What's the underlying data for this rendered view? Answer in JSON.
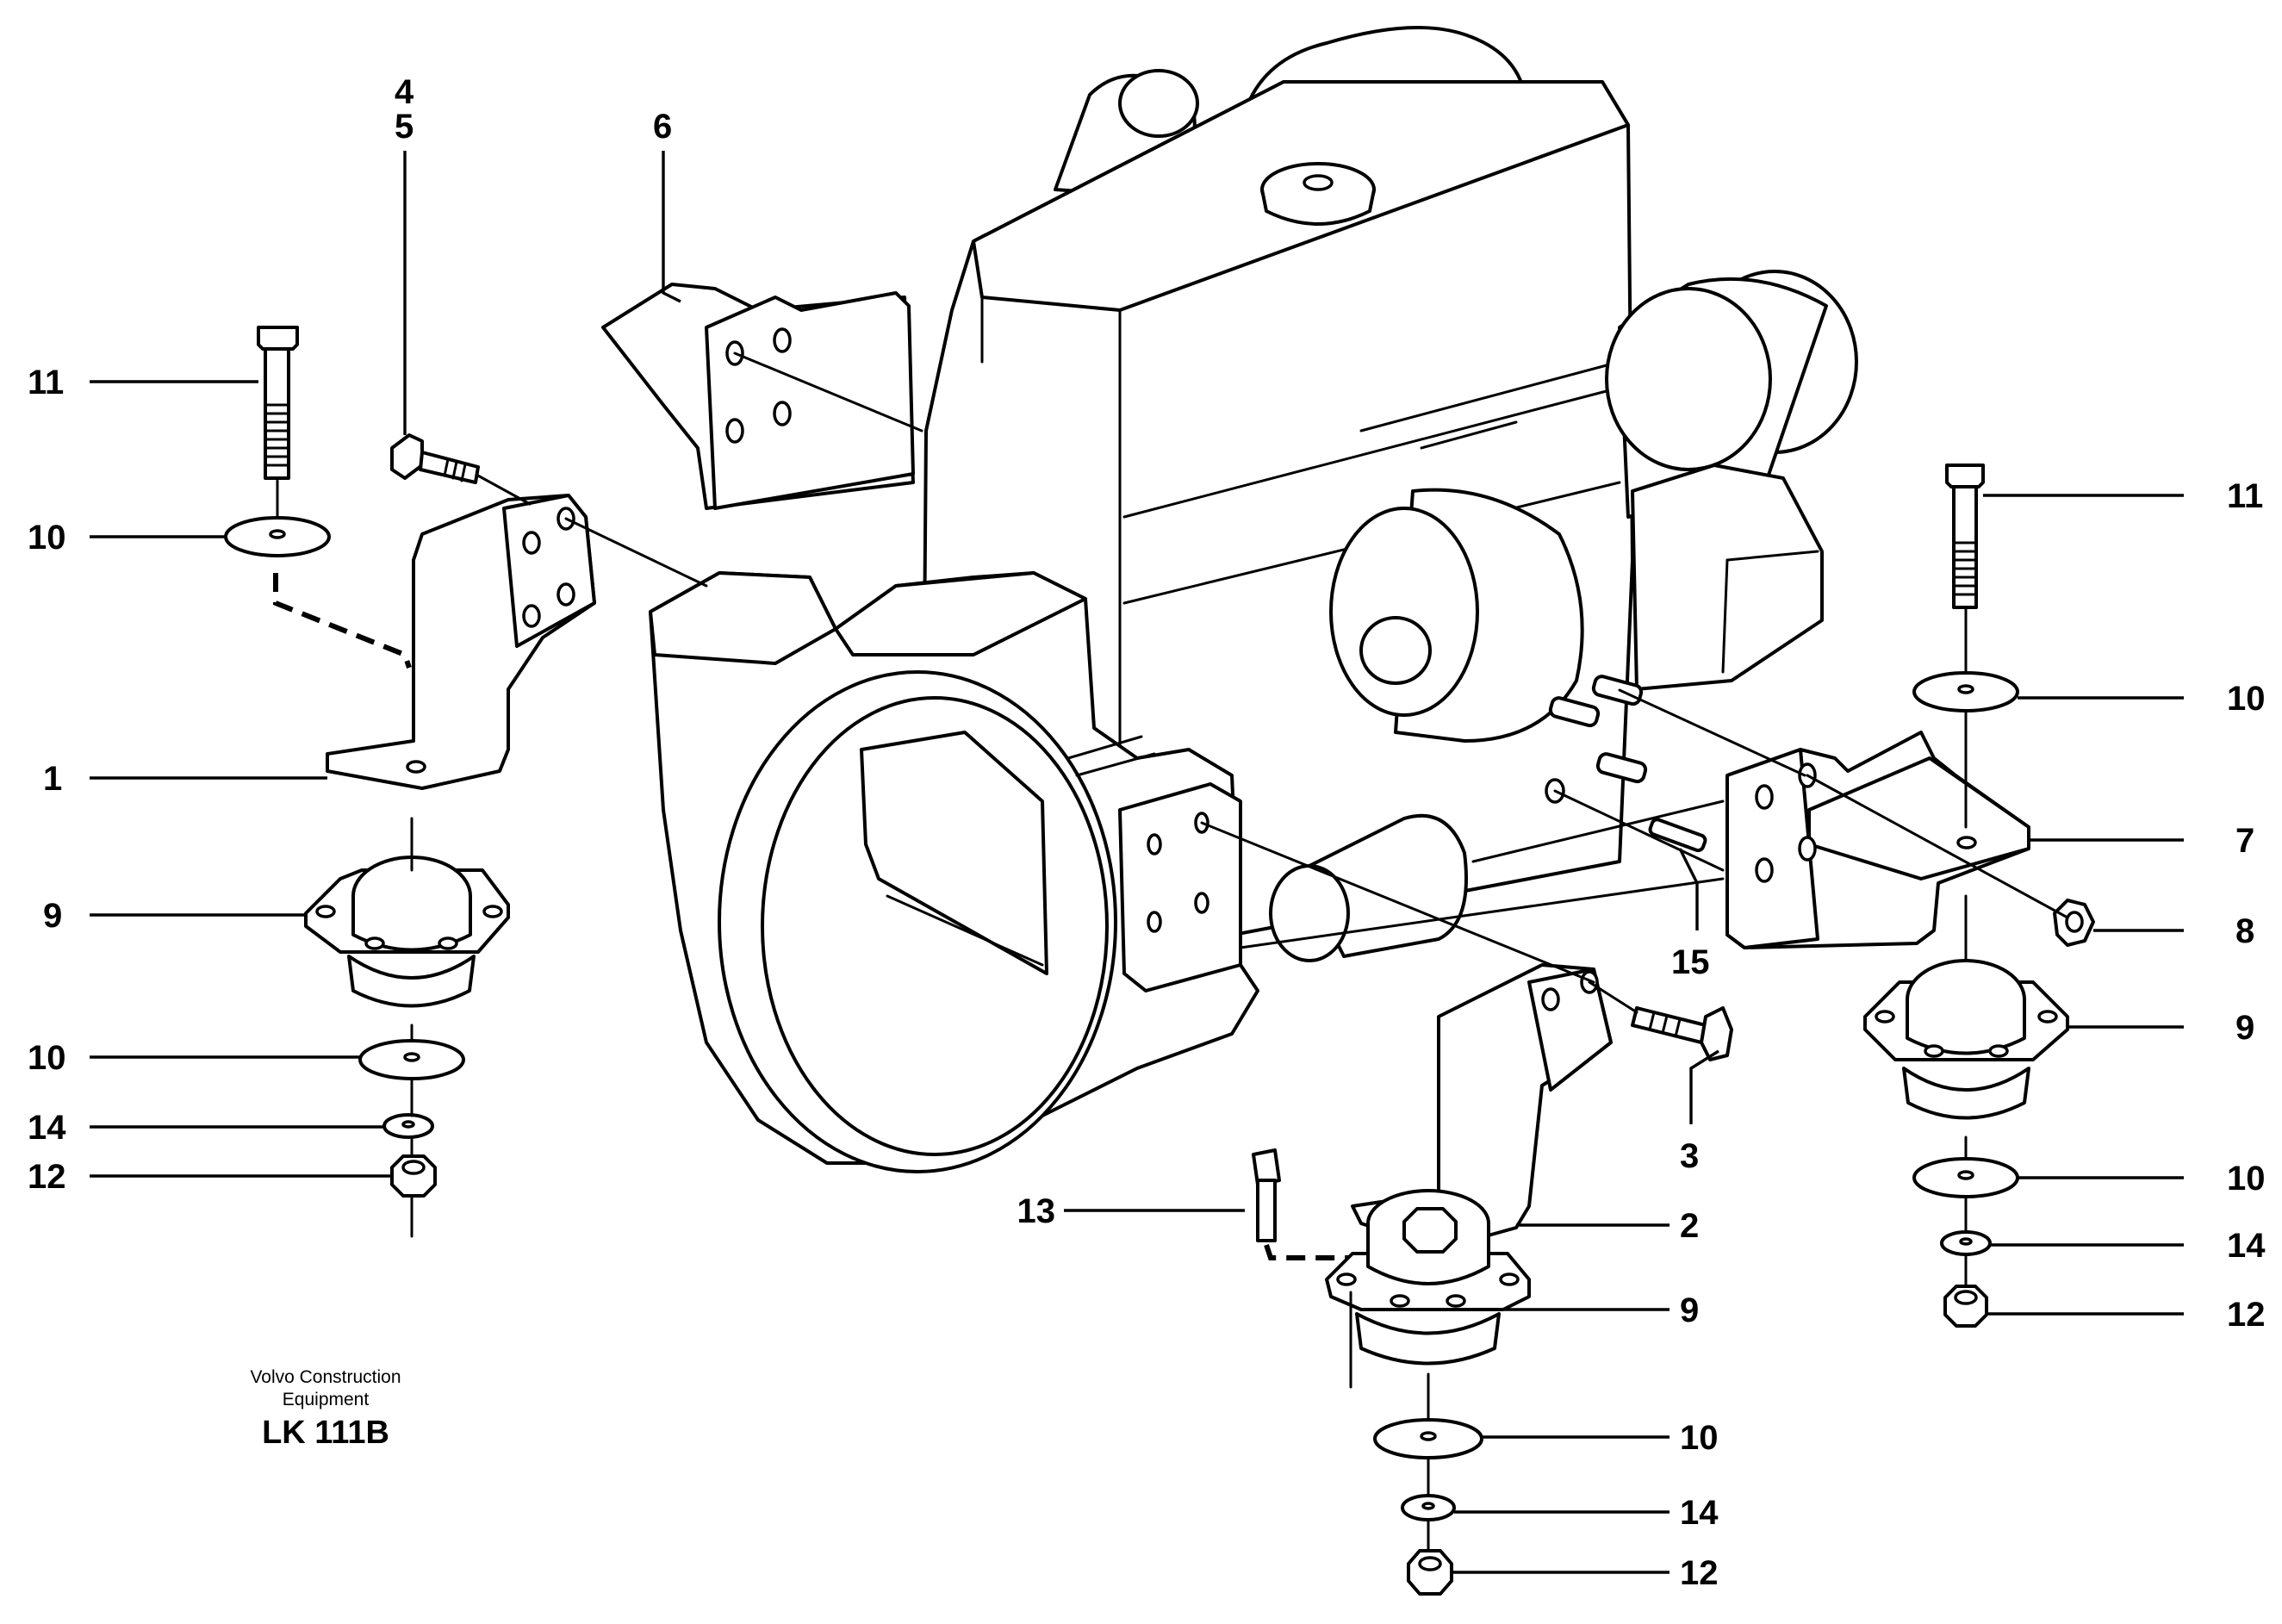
{
  "callouts": {
    "c1": "1",
    "c2": "2",
    "c3": "3",
    "c4": "4",
    "c5": "5",
    "c6": "6",
    "c7": "7",
    "c8": "8",
    "c9a": "9",
    "c9b": "9",
    "c9c": "9",
    "c10a": "10",
    "c10b": "10",
    "c10c": "10",
    "c10d": "10",
    "c10e": "10",
    "c11a": "11",
    "c11b": "11",
    "c12a": "12",
    "c12b": "12",
    "c12c": "12",
    "c13": "13",
    "c14a": "14",
    "c14b": "14",
    "c14c": "14",
    "c15": "15"
  },
  "caption": {
    "company_line1": "Volvo Construction",
    "company_line2": "Equipment",
    "drawing_code": "LK 111B"
  }
}
